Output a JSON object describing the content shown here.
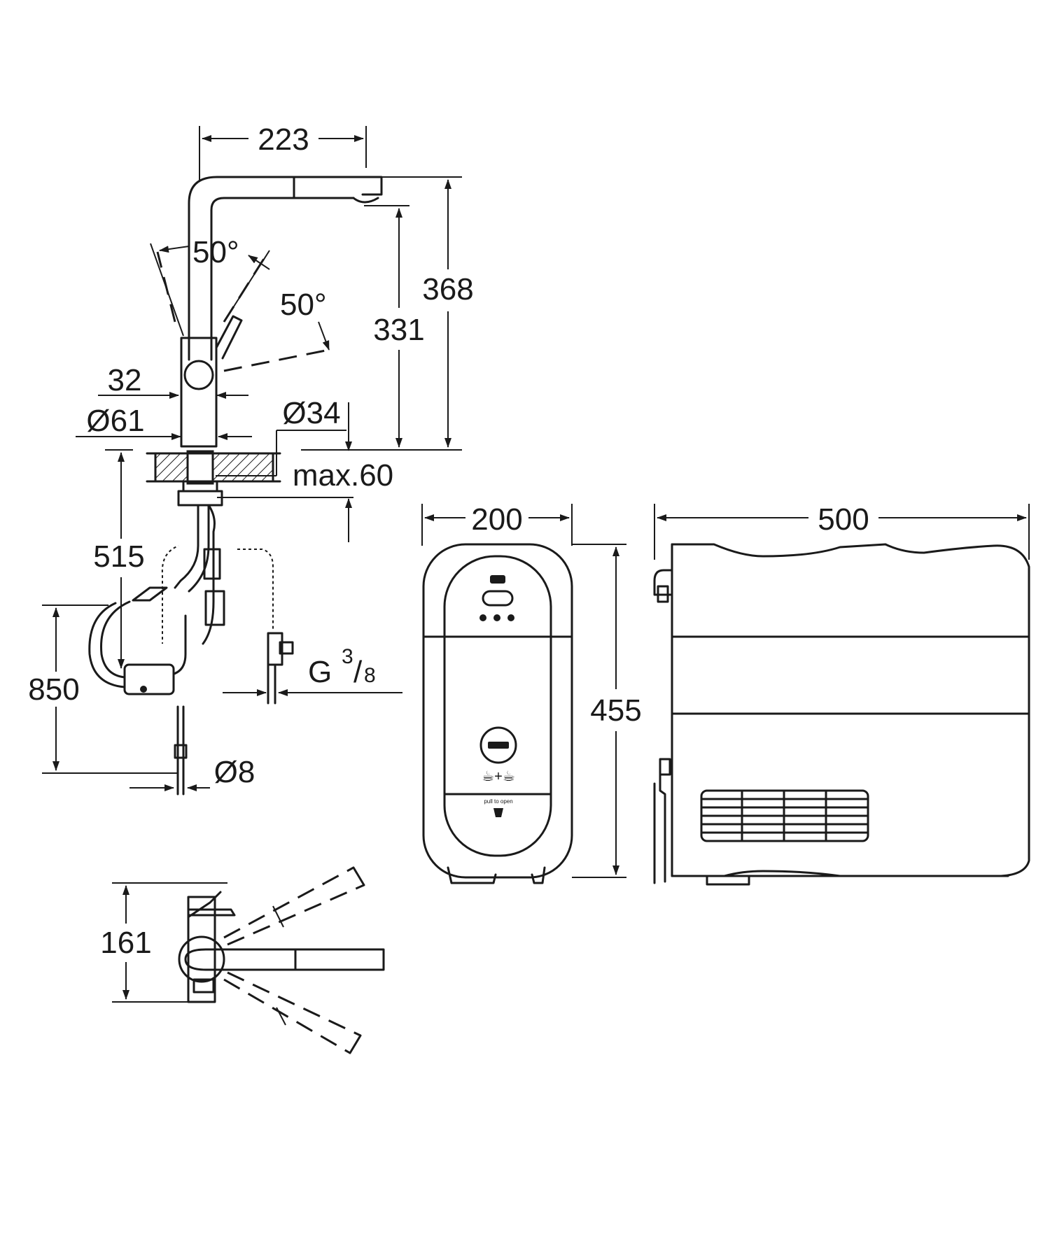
{
  "dimensions": {
    "faucet_spout_reach": "223",
    "swivel_angle_left": "50°",
    "swivel_angle_right": "50°",
    "height_total": "368",
    "height_outlet": "331",
    "lever_width": "32",
    "base_diameter": "Ø61",
    "hole_diameter": "Ø34",
    "max_deck_thickness": "max.60",
    "hose_length": "515",
    "supply_length": "850",
    "connection_label": "G",
    "connection_num": "3",
    "connection_den": "8",
    "supply_pipe_diameter": "Ø8",
    "boiler_width": "200",
    "boiler_height": "455",
    "boiler_depth": "500",
    "top_view_depth": "161"
  },
  "labels": {
    "pull_to_open": "pull to open"
  }
}
